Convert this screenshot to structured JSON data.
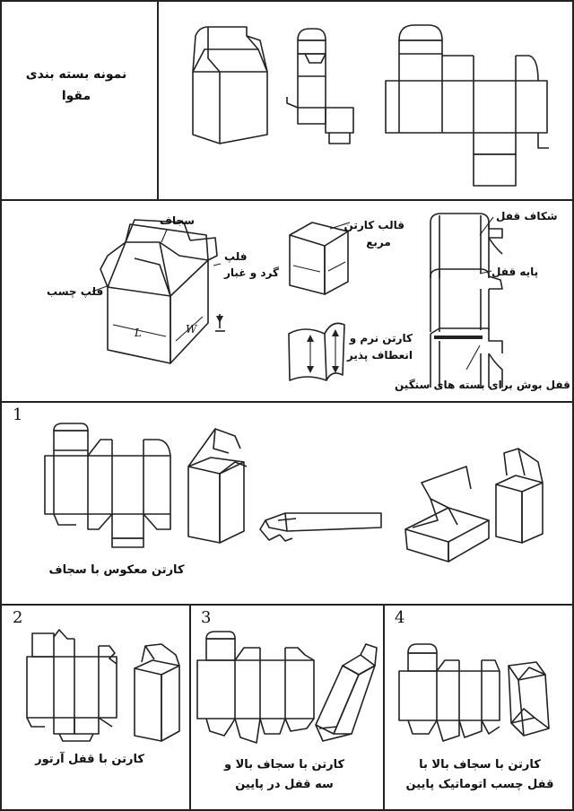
{
  "header": {
    "title_line1": "نمونه بسته بندی",
    "title_line2": "مقوا"
  },
  "parts": {
    "tuck_flap": "سجاف",
    "flap": "فلپ",
    "dust_flap": "گرد و غبار",
    "glue_flap": "فلپ چسب",
    "dim_length": "L",
    "dim_width": "W",
    "square_mold_line1": "قالب کارتن",
    "square_mold_line2": "مربع",
    "soft_carton_line1": "کارتن نرم و",
    "soft_carton_line2": "انعطاف پذیر",
    "lock_slit": "شکاف قفل",
    "lock_base": "پایه قفل",
    "heavy_lock": "قفل بوش برای بسته های سنگین"
  },
  "panels": [
    {
      "number": "1",
      "caption_line1": "کارتن معکوس با سجاف",
      "caption_line2": ""
    },
    {
      "number": "2",
      "caption_line1": "کارتن با قفل آرتور",
      "caption_line2": ""
    },
    {
      "number": "3",
      "caption_line1": "کارتن با سجاف بالا و",
      "caption_line2": "سه قفل در پایین"
    },
    {
      "number": "4",
      "caption_line1": "کارتن با سجاف بالا با",
      "caption_line2": "قفل چسب اتوماتیک پایین"
    }
  ]
}
